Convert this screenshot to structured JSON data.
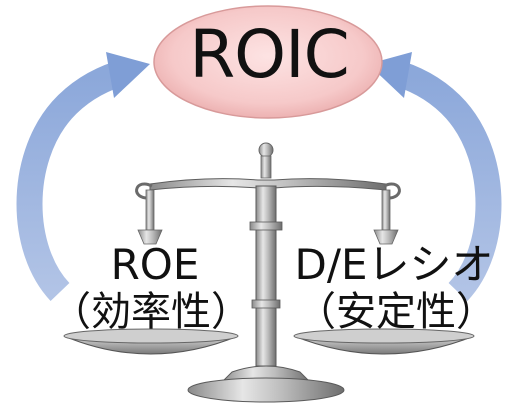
{
  "diagram": {
    "center": {
      "title": "ROIC"
    },
    "left_pan": {
      "label": "ROE",
      "sublabel": "（効率性）"
    },
    "right_pan": {
      "label": "D/Eレシオ",
      "sublabel": "（安定性）"
    }
  },
  "colors": {
    "ellipse_fill": "#f6c9c9",
    "arrow": "#8aa6d8",
    "scale_metal": "#b8b8b8",
    "scale_dark": "#6f6f6f",
    "text": "#111111"
  },
  "icons": [
    "balance-scale-icon",
    "curved-arrow-icon"
  ]
}
